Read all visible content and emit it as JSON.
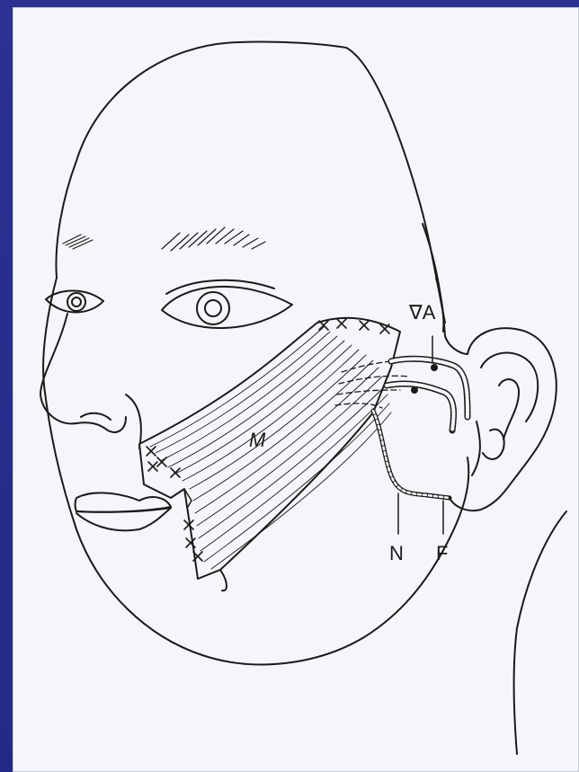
{
  "labels": {
    "muscle": "M",
    "vessel_artery": "∇A",
    "nerve": "N",
    "facial_nerve": "F"
  },
  "colors": {
    "background": "#2a2f8f",
    "paper": "#f4f6f9",
    "ink": "#1a1a1a"
  }
}
